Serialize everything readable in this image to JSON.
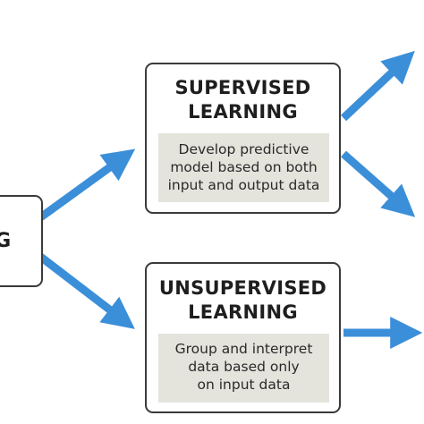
{
  "diagram": {
    "root": {
      "label": "NG"
    },
    "supervised": {
      "title": "SUPERVISED\nLEARNING",
      "description": "Develop predictive\nmodel based on both\ninput and output data"
    },
    "unsupervised": {
      "title": "UNSUPERVISED\nLEARNING",
      "description": "Group and interpret\ndata based only\non input data"
    },
    "colors": {
      "arrow": "#3b8fd9",
      "box_border": "#3a3a3a",
      "description_background": "#e4e3dc",
      "text": "#1e1e1e"
    }
  }
}
